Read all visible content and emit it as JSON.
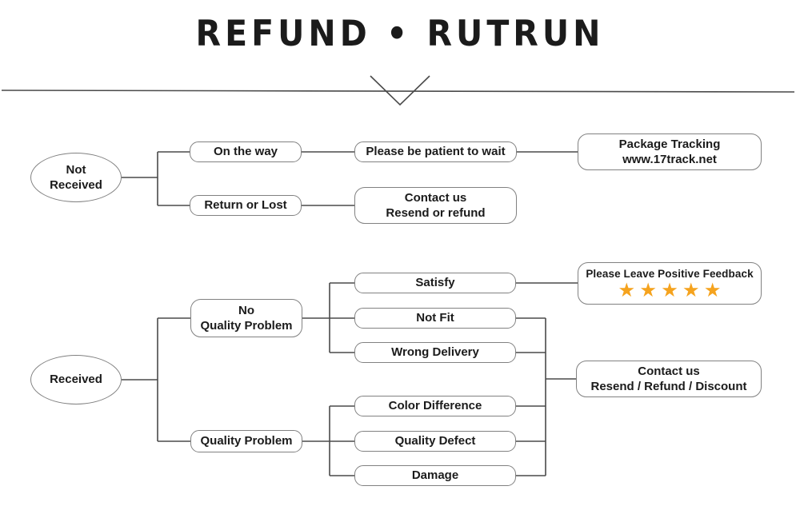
{
  "title": "REFUND • RUTRUN",
  "colors": {
    "line": "#4a4a4a",
    "box_border": "#818181",
    "text": "#1b1b1b",
    "star": "#F5A31E"
  },
  "not_received": {
    "root_line1": "Not",
    "root_line2": "Received",
    "on_the_way": "On the way",
    "be_patient": "Please be patient to wait",
    "tracking_line1": "Package Tracking",
    "tracking_line2": "www.17track.net",
    "return_or_lost": "Return or Lost",
    "contact_line1": "Contact us",
    "contact_line2": "Resend or refund"
  },
  "received": {
    "root": "Received",
    "no_quality_line1": "No",
    "no_quality_line2": "Quality Problem",
    "quality_problem": "Quality Problem",
    "satisfy": "Satisfy",
    "not_fit": "Not Fit",
    "wrong_delivery": "Wrong Delivery",
    "color_difference": "Color Difference",
    "quality_defect": "Quality Defect",
    "damage": "Damage",
    "feedback_label": "Please Leave Positive Feedback",
    "feedback_stars": "★★★★★",
    "contact_line1": "Contact us",
    "contact_line2": "Resend / Refund / Discount"
  }
}
